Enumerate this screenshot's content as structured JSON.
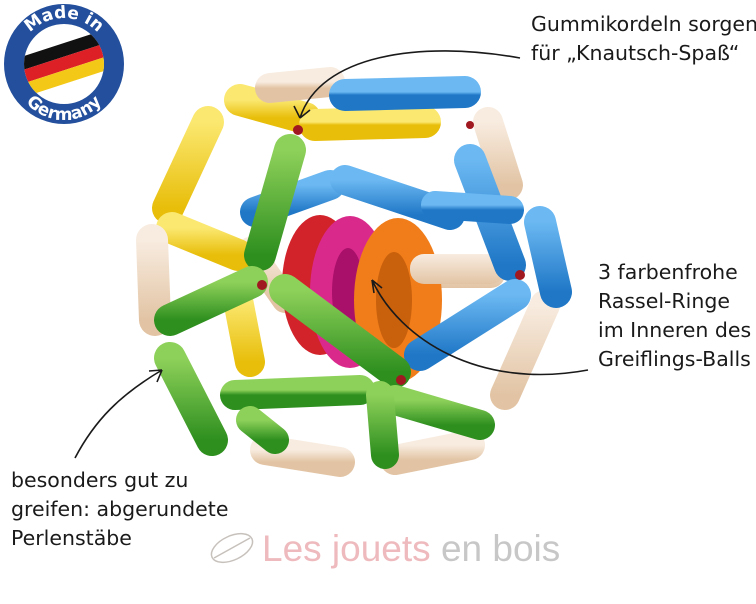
{
  "badge": {
    "text_top": "Made in",
    "text_bottom": "Germany",
    "flag_colors": [
      "#111111",
      "#dd1f26",
      "#f3c817"
    ],
    "ring_color": "#234f9c"
  },
  "annotations": {
    "top": [
      "Gummikordeln sorgen",
      "für „Knautsch-Spaß“"
    ],
    "right": [
      "3 farbenfrohe",
      "Rassel-Ringe",
      "im Inneren des",
      "Greiflings-Balls"
    ],
    "left": [
      "besonders gut zu",
      "greifen: abgerundete",
      "Perlenstäbe"
    ]
  },
  "watermark": {
    "first": "Les jouets",
    "rest": " en bois",
    "icon": "leaf-icon"
  },
  "colors": {
    "yellow": "#f2d21a",
    "blue": "#2f8fdc",
    "green": "#4cae2f",
    "natural_wood": "#ecd7bf",
    "orange": "#f07d1a",
    "pink": "#d92a8c",
    "red": "#d2222a"
  }
}
